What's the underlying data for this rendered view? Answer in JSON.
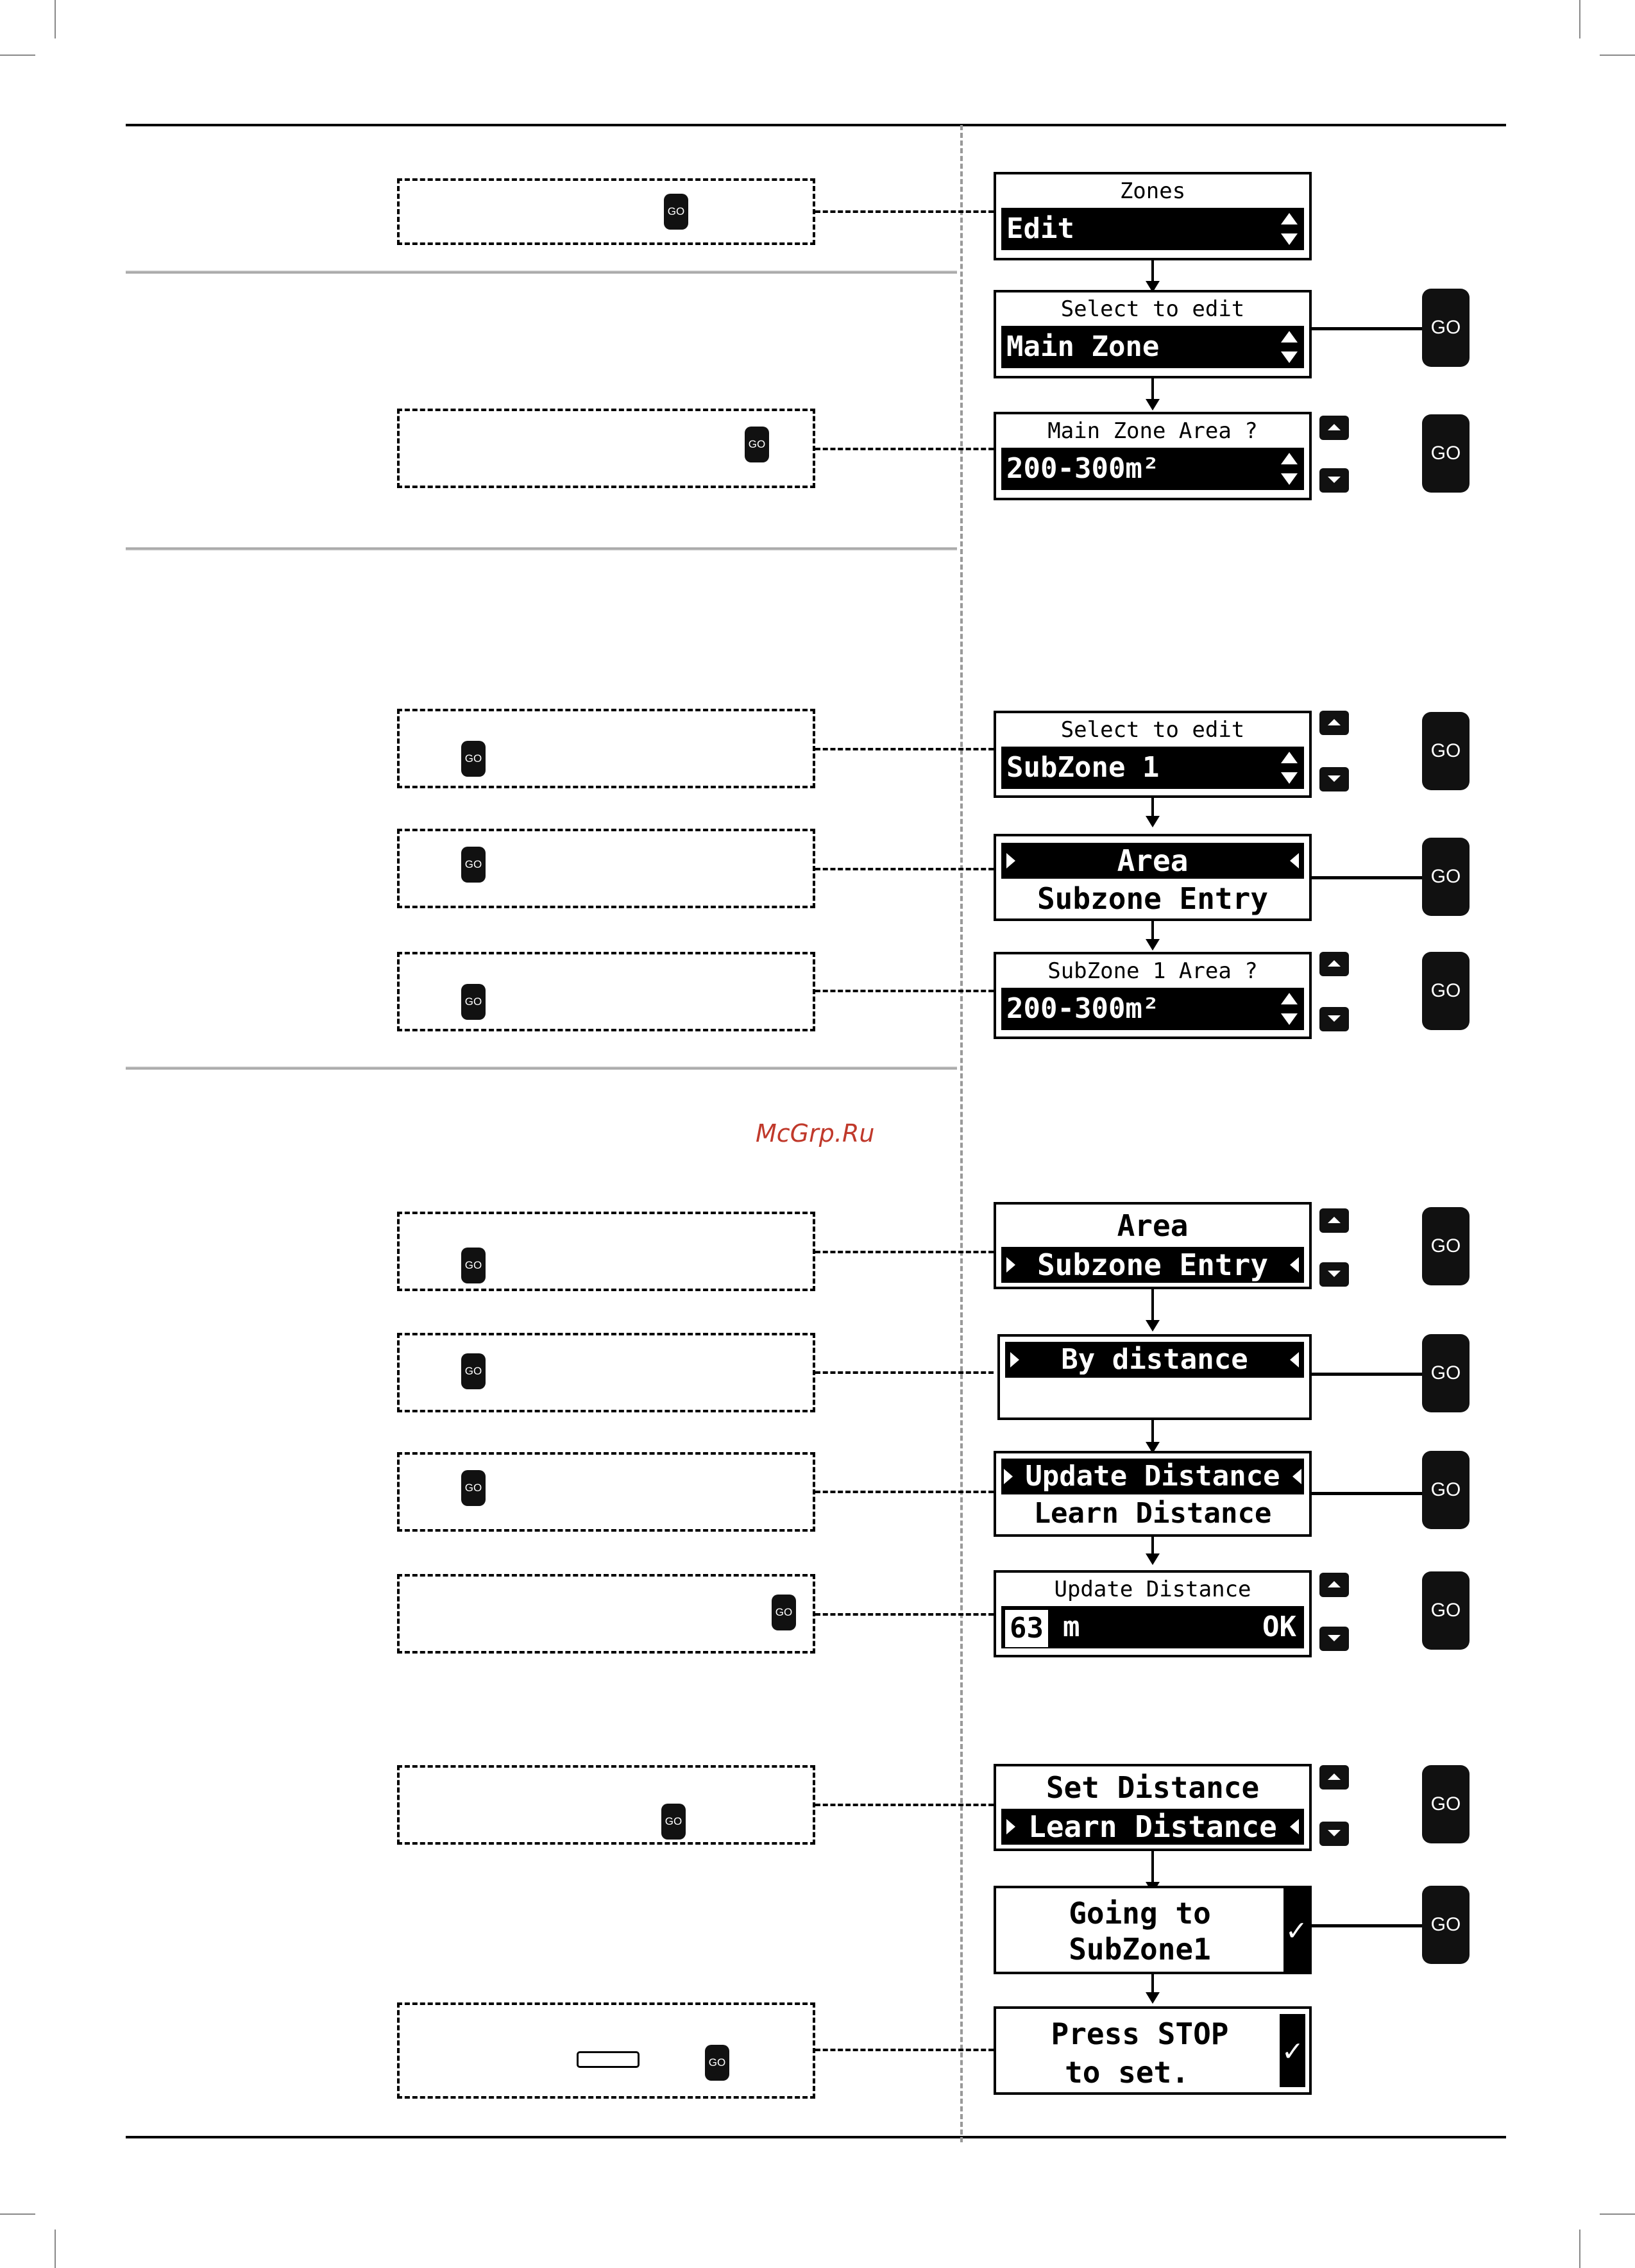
{
  "watermark": "McGrp.Ru",
  "go_label": "GO",
  "screens": {
    "zones": {
      "title": "Zones",
      "value": "Edit"
    },
    "select_main": {
      "title": "Select to edit",
      "value": "Main Zone"
    },
    "main_area": {
      "title": "Main Zone Area ?",
      "value": "200-300m²"
    },
    "select_sub": {
      "title": "Select to edit",
      "value": "SubZone 1"
    },
    "sub_menu": {
      "selected": "Area",
      "other": "Subzone Entry"
    },
    "sub_area": {
      "title": "SubZone 1 Area ?",
      "value": "200-300m²"
    },
    "entry_menu": {
      "other": "Area",
      "selected": "Subzone Entry"
    },
    "by_distance": {
      "selected": "By distance"
    },
    "update_menu": {
      "selected": "Update Distance",
      "other": "Learn Distance"
    },
    "update_distance": {
      "title": "Update Distance",
      "number": "63",
      "unit": "m",
      "ok": "OK"
    },
    "learn_menu": {
      "other": "Set Distance",
      "selected": "Learn Distance"
    },
    "going": {
      "line1": "Going to",
      "line2": "SubZone1",
      "check": "✓"
    },
    "press_stop": {
      "line1": "Press STOP",
      "line2": "to set.",
      "check": "✓"
    }
  }
}
